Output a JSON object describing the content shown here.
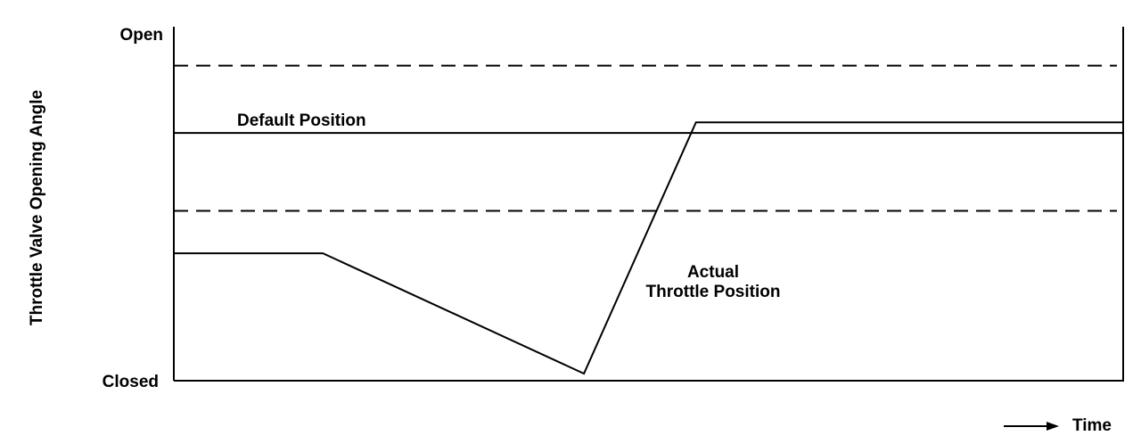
{
  "chart_data": {
    "type": "line",
    "title": "",
    "ylabel": "Throttle Valve Opening Angle",
    "xlabel": "Time",
    "y_ticks": {
      "top": "Open",
      "bottom": "Closed"
    },
    "ylim": [
      0,
      100
    ],
    "xlim": [
      0,
      100
    ],
    "grid": false,
    "reference_lines": [
      {
        "name": "",
        "style": "dashed",
        "y": 89
      },
      {
        "name": "Default Position",
        "style": "solid",
        "y": 70
      },
      {
        "name": "",
        "style": "dashed",
        "y": 48
      }
    ],
    "series": [
      {
        "name": "Actual Throttle Position",
        "x": [
          0,
          15.7,
          43.2,
          55,
          100
        ],
        "y": [
          36,
          36,
          2,
          73,
          73
        ]
      }
    ],
    "annotations": {
      "default_position": "Default Position",
      "actual_line1": "Actual",
      "actual_line2": "Throttle Position"
    },
    "colors": {
      "line": "#000000",
      "background": "#ffffff"
    }
  }
}
